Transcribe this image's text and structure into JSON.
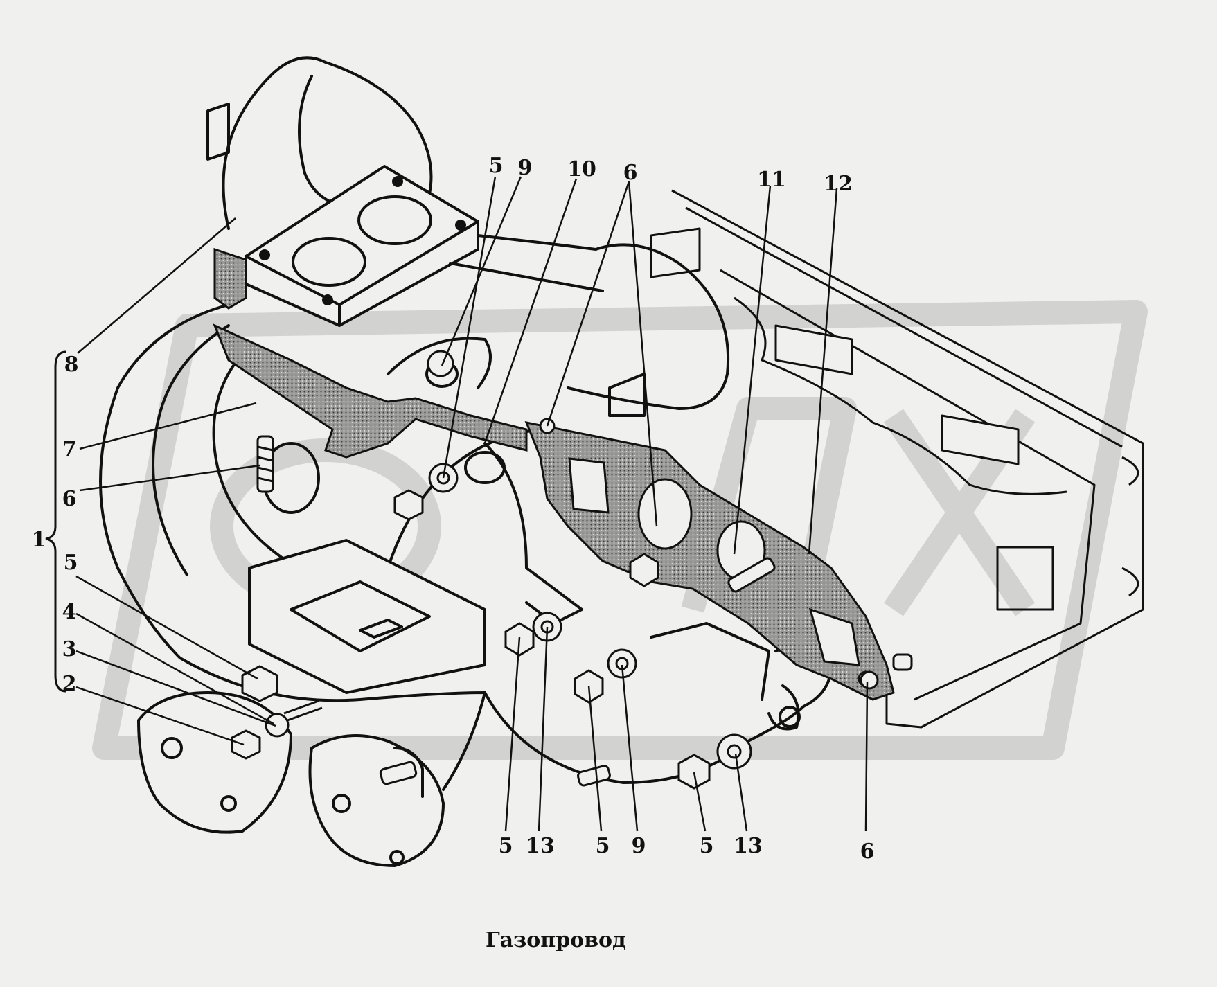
{
  "caption": "Газопровод",
  "colors": {
    "background": "#f0f0ee",
    "ink": "#111111",
    "watermark": "#d2d2d0",
    "gasket": "#8a8a88"
  },
  "callouts": {
    "c1": "1",
    "c2": "2",
    "c3": "3",
    "c4": "4",
    "c5_left": "5",
    "c6_left": "6",
    "c7": "7",
    "c8": "8",
    "c5_top": "5",
    "c9_top": "9",
    "c10": "10",
    "c6_top": "6",
    "c11": "11",
    "c12": "12",
    "c5_b1": "5",
    "c13_b1": "13",
    "c5_b2": "5",
    "c9_b": "9",
    "c5_b3": "5",
    "c13_b2": "13",
    "c6_b": "6"
  }
}
